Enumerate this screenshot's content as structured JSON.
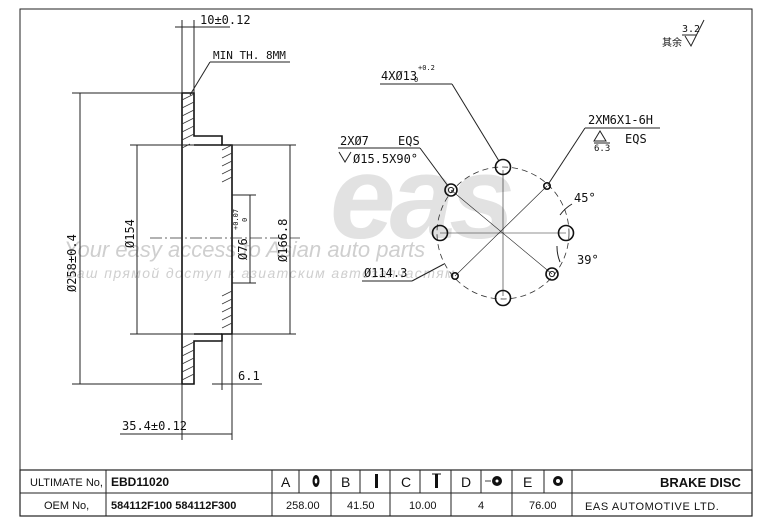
{
  "watermark": {
    "logo": "eas",
    "line1": "Your easy access to Asian auto parts",
    "line2": "Ваш прямой доступ к азиатским автозапчастям."
  },
  "drawing": {
    "thickness": "10±0.12",
    "min_thickness": "MIN TH. 8MM",
    "outer_diameter": "Ø258±0.4",
    "inner_diameter": "Ø154",
    "center_bore": "Ø76",
    "center_bore_tol_upper": "+0.07",
    "center_bore_tol_lower": "0",
    "hat_diameter": "Ø166.8",
    "hat_thickness": "6.1",
    "total_height": "35.4±0.12",
    "bolt_holes": "4XØ13",
    "bolt_holes_tol_upper": "+0.2",
    "bolt_holes_tol_lower": "0",
    "pin_holes": "2XØ7",
    "pin_holes_eqs": "EQS",
    "countersink": "Ø15.5X90°",
    "thread": "2XM6X1-6H",
    "thread_depth": "6.3",
    "thread_eqs": "EQS",
    "pcd": "Ø114.3",
    "angle_1": "45°",
    "angle_2": "39°",
    "roughness_label": "其余",
    "roughness_value": "3.2"
  },
  "titleblock": {
    "ultimate_label": "ULTIMATE No,",
    "ultimate_value": "EBD11020",
    "oem_label": "OEM No,",
    "oem_value": "584112F100  584112F300",
    "columns": [
      {
        "key": "A",
        "value": "258.00"
      },
      {
        "key": "B",
        "value": "41.50"
      },
      {
        "key": "C",
        "value": "10.00"
      },
      {
        "key": "D",
        "value": "4"
      },
      {
        "key": "E",
        "value": "76.00"
      }
    ],
    "product": "BRAKE DISC",
    "company": "EAS AUTOMOTIVE LTD."
  }
}
